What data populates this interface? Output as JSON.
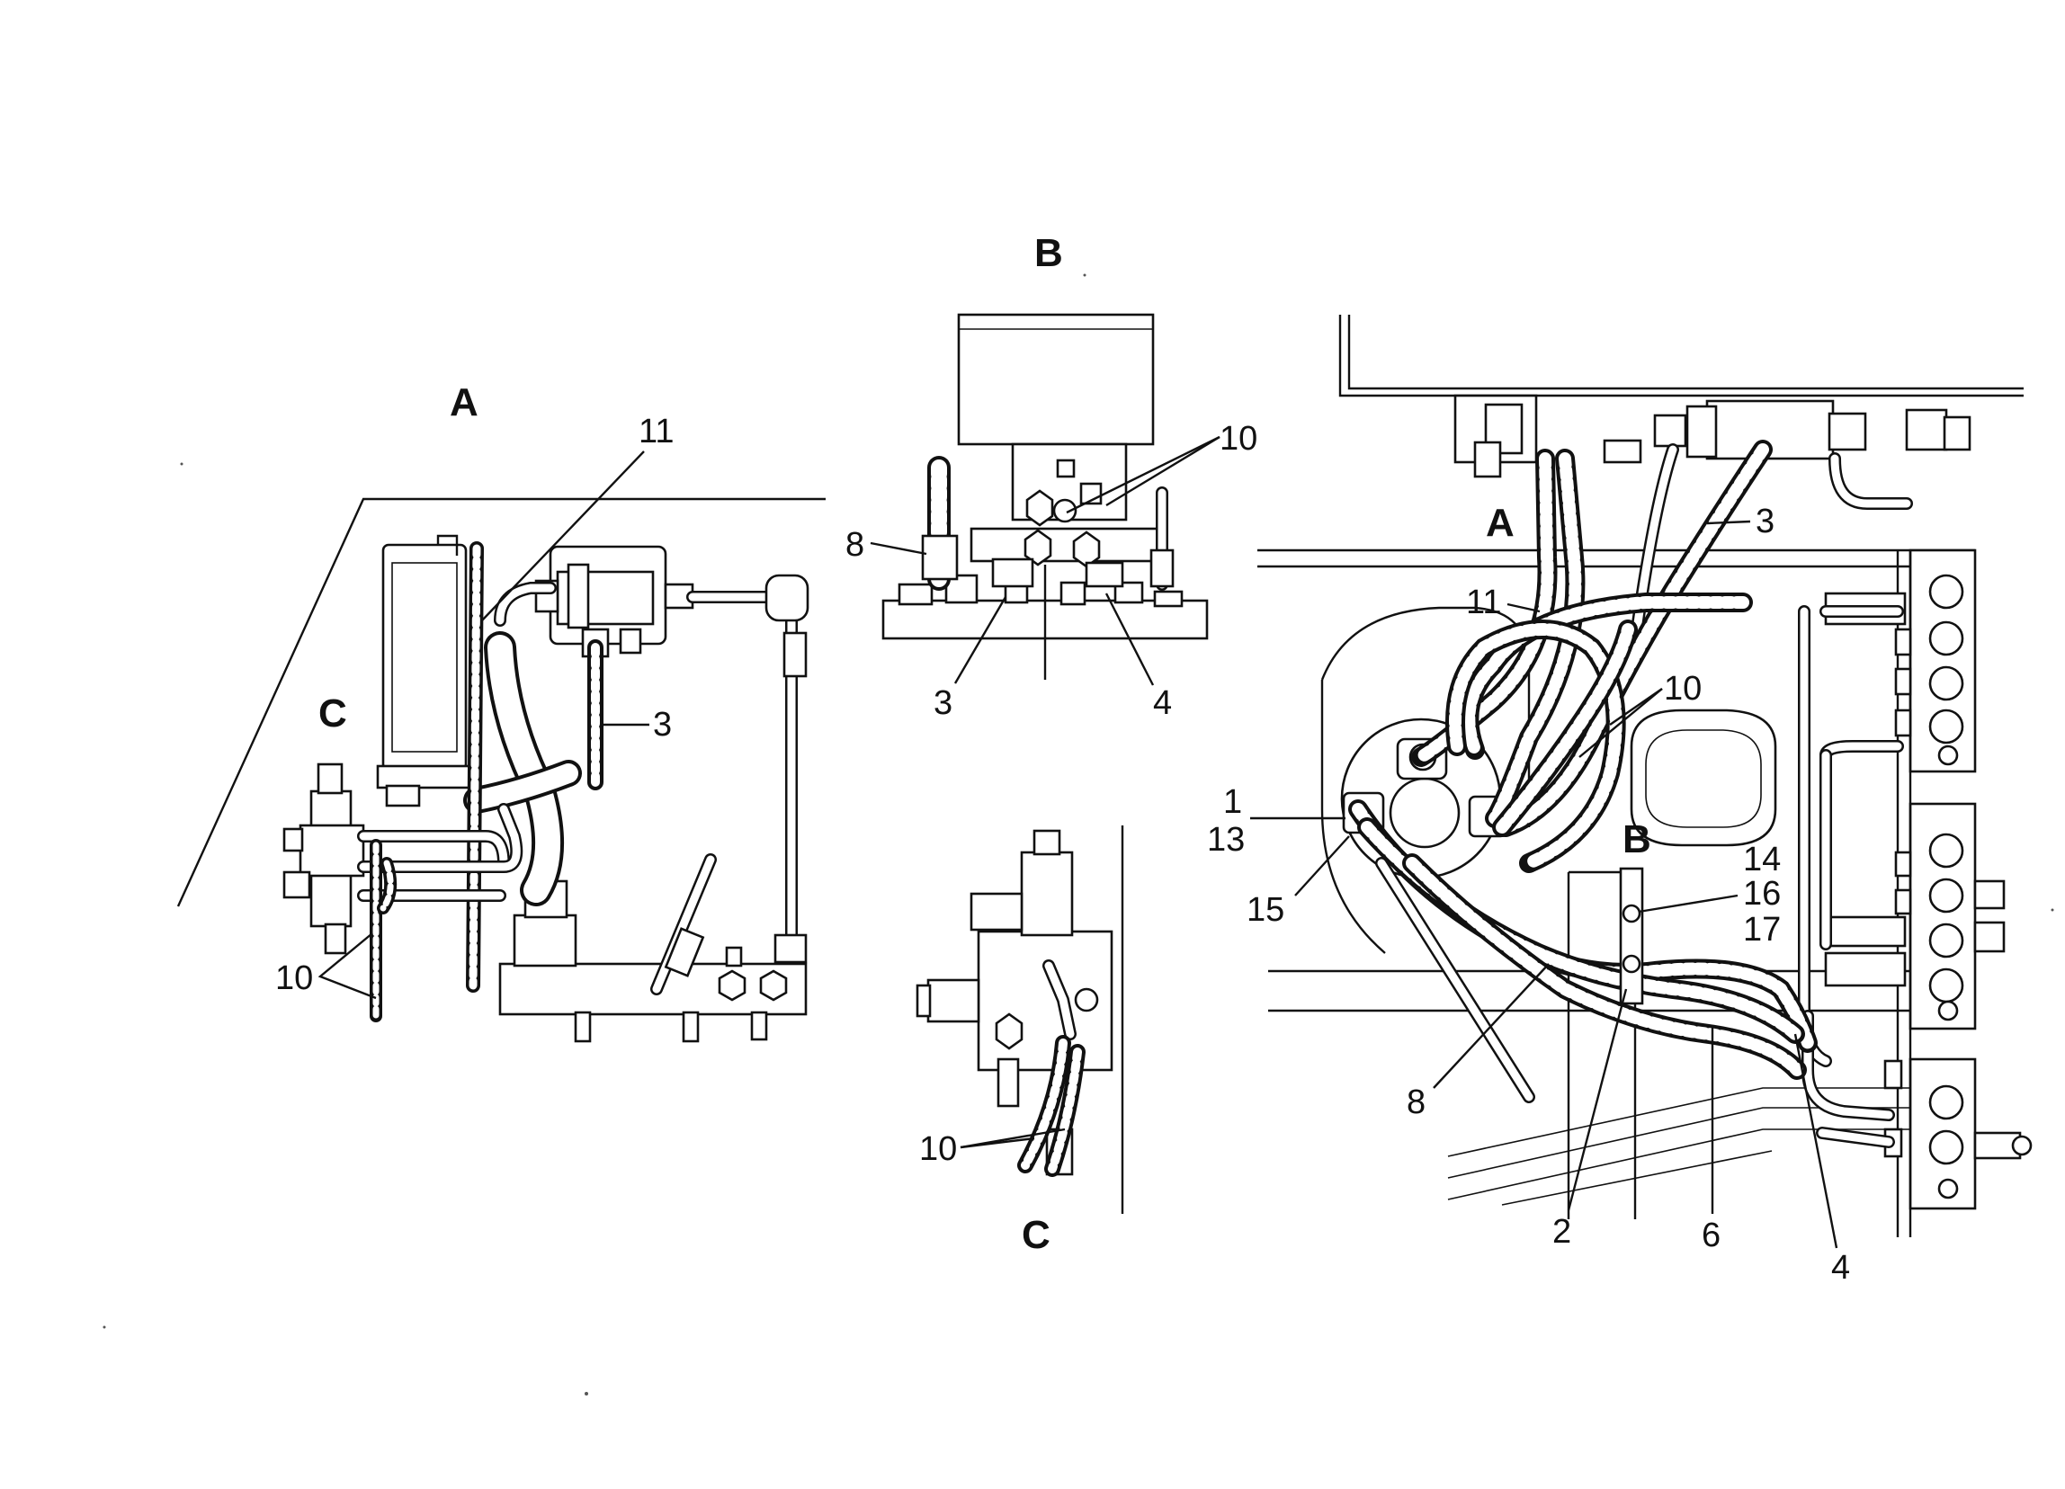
{
  "diagram": {
    "views": {
      "detail_a": {
        "label": "A"
      },
      "detail_b": {
        "label": "B"
      },
      "detail_c": {
        "label": "C"
      }
    },
    "detail_a_callouts": {
      "marker_c": "C",
      "hose_11": "11",
      "hose_3": "3",
      "hose_10": "10"
    },
    "detail_b_callouts": {
      "hose_10": "10",
      "hose_8": "8",
      "hose_3": "3",
      "hose_4": "4"
    },
    "detail_c_callouts": {
      "hose_10": "10"
    },
    "main_view_callouts": {
      "marker_a": "A",
      "marker_b": "B",
      "hose_3": "3",
      "hose_11": "11",
      "hose_10": "10",
      "part_1": "1",
      "part_13": "13",
      "part_15": "15",
      "part_14": "14",
      "part_16": "16",
      "part_17": "17",
      "hose_8": "8",
      "part_2": "2",
      "hose_6": "6",
      "hose_4": "4"
    }
  }
}
